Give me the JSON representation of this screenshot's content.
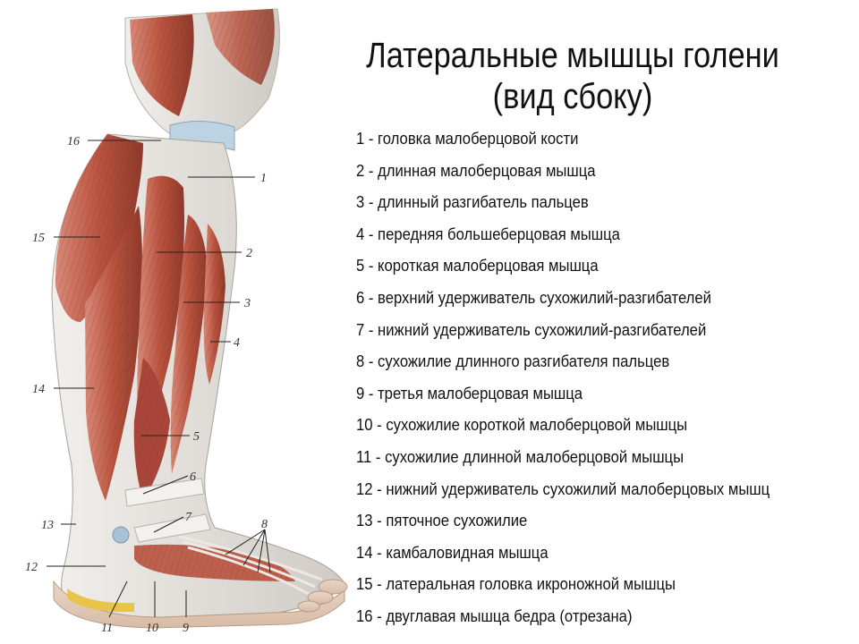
{
  "title": {
    "line1": "Латеральные мышцы голени",
    "line2": "(вид сбоку)"
  },
  "legend": [
    "1 - головка малоберцовой кости",
    "2 - длинная малоберцовая мышца",
    "3 - длинный разгибатель пальцев",
    "4 - передняя большеберцовая мышца",
    "5 - короткая малоберцовая мышца",
    "6 - верхний удерживатель сухожилий-разгибателей",
    "7 - нижний удерживатель сухожилий-разгибателей",
    "8 - сухожилие длинного разгибателя пальцев",
    "9 - третья малоберцовая мышца",
    "10 - сухожилие короткой малоберцовой мышцы",
    "11 - сухожилие длинной малоберцовой мышцы",
    "12 - нижний удерживатель сухожилий малоберцовых мышц",
    "13 - пяточное сухожилие",
    "14 - камбаловидная мышца",
    "15 - латеральная головка икроножной мышцы",
    "16 - двуглавая мышца бедра (отрезана)"
  ],
  "callouts": {
    "c1": "1",
    "c2": "2",
    "c3": "3",
    "c4": "4",
    "c5": "5",
    "c6": "6",
    "c7": "7",
    "c8": "8",
    "c9": "9",
    "c10": "10",
    "c11": "11",
    "c12": "12",
    "c13": "13",
    "c14": "14",
    "c15": "15",
    "c16": "16"
  },
  "colors": {
    "muscle": "#b8523e",
    "muscle_dark": "#8e3a2b",
    "tendon": "#e2e0dc",
    "fat": "#e8c44a",
    "background": "#ffffff"
  }
}
